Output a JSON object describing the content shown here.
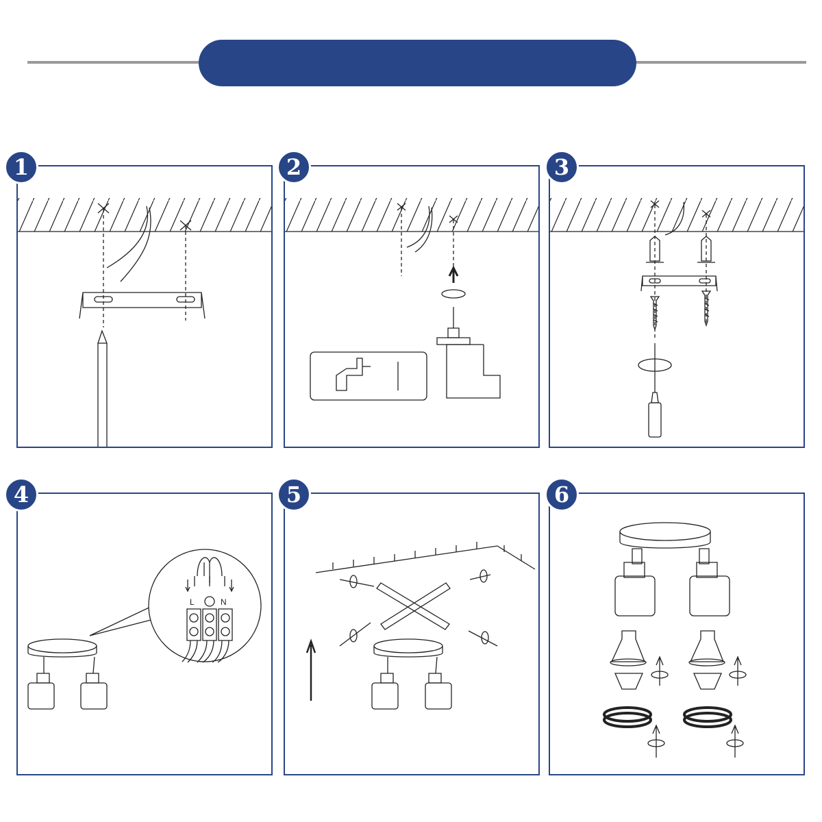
{
  "colors": {
    "accent": "#284587",
    "rule": "#9a9a9a",
    "line": "#222222"
  },
  "steps": [
    {
      "number": "1"
    },
    {
      "number": "2"
    },
    {
      "number": "3"
    },
    {
      "number": "4",
      "terminal_labels": {
        "live": "L",
        "neutral": "N"
      }
    },
    {
      "number": "5"
    },
    {
      "number": "6"
    }
  ]
}
